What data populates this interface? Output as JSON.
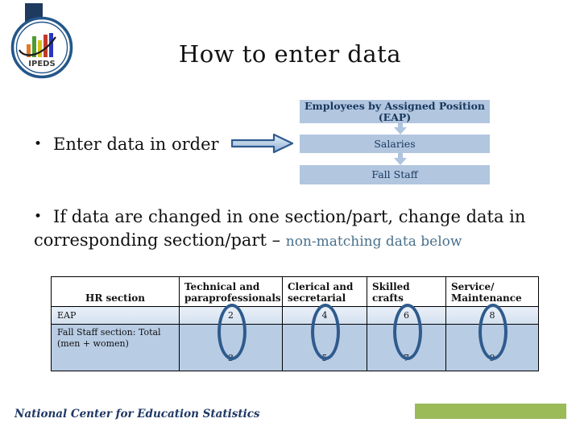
{
  "title": "How to enter data",
  "logo": {
    "label": "IPEDS"
  },
  "bullet1": "Enter data in order",
  "bullet2": {
    "main": "If data are changed in one section/part, change data in corresponding section/part – ",
    "highlight": "non-matching data below"
  },
  "flow_boxes": [
    "Employees by Assigned Position (EAP)",
    "Salaries",
    "Fall Staff"
  ],
  "table": {
    "headers": [
      "HR section",
      "Technical and paraprofessionals",
      "Clerical and secretarial",
      "Skilled crafts",
      "Service/ Maintenance"
    ],
    "rows": [
      {
        "label": "EAP",
        "values": [
          "2",
          "4",
          "6",
          "8"
        ]
      },
      {
        "label": "Fall Staff section: Total (men + women)",
        "values": [
          "3",
          "5",
          "7",
          "9"
        ]
      }
    ]
  },
  "footer": "National Center for Education Statistics",
  "colors": {
    "accent_navy": "#2e5b8f",
    "flow_box_fill": "#b2c6df",
    "flow_box_text": "#17375d",
    "row1_bg": "#dce6f1",
    "row2_bg": "#b8cce4",
    "highlight_text": "#4a708c",
    "green_bar": "#9bbb59"
  }
}
